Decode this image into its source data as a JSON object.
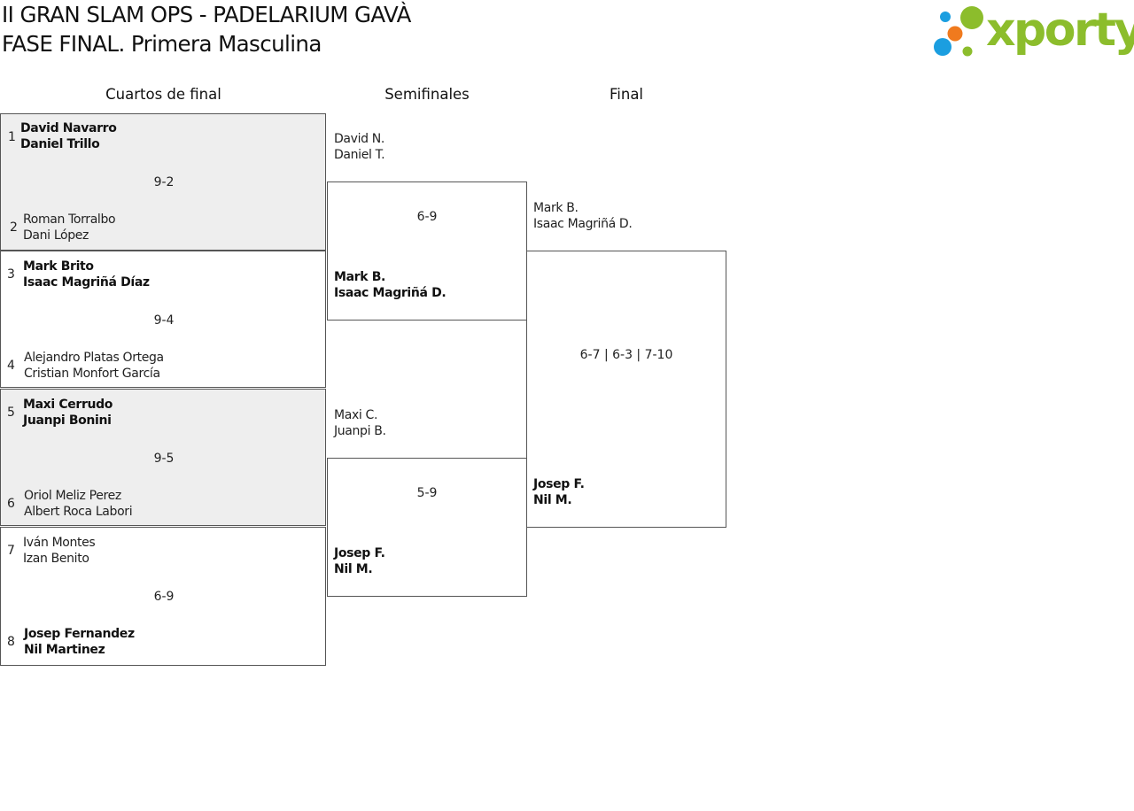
{
  "header": {
    "title_line1": "II GRAN SLAM OPS - PADELARIUM GAVÀ",
    "title_line2": "FASE FINAL. Primera Masculina"
  },
  "logo": {
    "text": "xporty",
    "icon": "xporty-dots-logo",
    "colors": [
      "#1b9ee0",
      "#f07a1e",
      "#8cbd2c"
    ]
  },
  "rounds": {
    "quarterfinals": "Cuartos de final",
    "semifinals": "Semifinales",
    "final": "Final"
  },
  "quarterfinals": [
    {
      "top": {
        "seed": "1",
        "line1": "David Navarro",
        "line2": "Daniel Trillo"
      },
      "bottom": {
        "seed": "2",
        "line1": "Roman Torralbo",
        "line2": "Dani López"
      },
      "score": "9-2"
    },
    {
      "top": {
        "seed": "3",
        "line1": "Mark Brito",
        "line2": "Isaac Magriñá Díaz"
      },
      "bottom": {
        "seed": "4",
        "line1": "Alejandro Platas Ortega",
        "line2": "Cristian Monfort García"
      },
      "score": "9-4"
    },
    {
      "top": {
        "seed": "5",
        "line1": "Maxi Cerrudo",
        "line2": "Juanpi Bonini"
      },
      "bottom": {
        "seed": "6",
        "line1": "Oriol Meliz Perez",
        "line2": "Albert Roca Labori"
      },
      "score": "9-5"
    },
    {
      "top": {
        "seed": "7",
        "line1": "Iván Montes",
        "line2": "Izan Benito"
      },
      "bottom": {
        "seed": "8",
        "line1": "Josep Fernandez",
        "line2": "Nil Martinez"
      },
      "score": "6-9"
    }
  ],
  "semifinals": [
    {
      "top": {
        "line1": "David N.",
        "line2": "Daniel T."
      },
      "bottom": {
        "line1": "Mark B.",
        "line2": "Isaac Magriñá D."
      },
      "score": "6-9"
    },
    {
      "top": {
        "line1": "Maxi C.",
        "line2": "Juanpi B."
      },
      "bottom": {
        "line1": "Josep F.",
        "line2": "Nil M."
      },
      "score": "5-9"
    }
  ],
  "final": {
    "top": {
      "line1": "Mark B.",
      "line2": "Isaac Magriñá D."
    },
    "bottom": {
      "line1": "Josep F.",
      "line2": "Nil M."
    },
    "score": "6-7 | 6-3 | 7-10"
  }
}
